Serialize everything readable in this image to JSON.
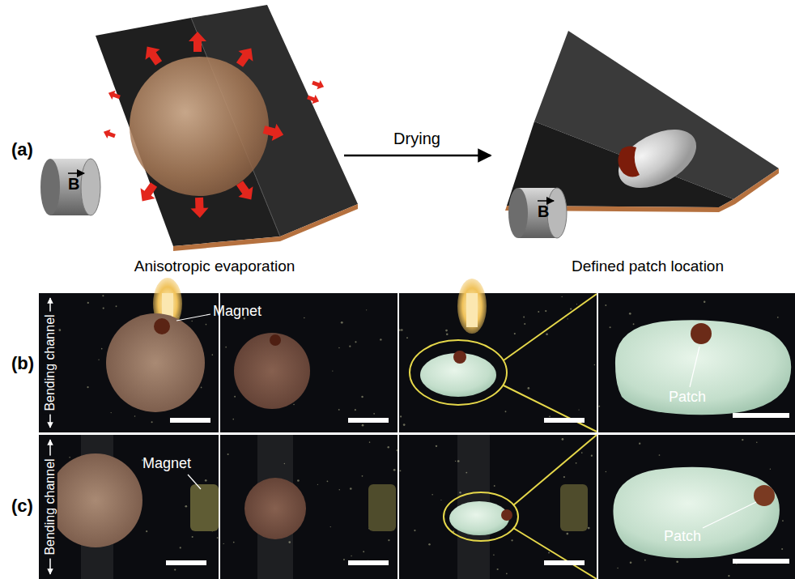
{
  "diagram": {
    "labels": [
      "(a)",
      "B",
      "Drying",
      "B",
      "Anisotropic evaporation",
      "Defined patch location",
      "(b)",
      "Bending channel",
      "Magnet",
      "Patch",
      "(c)",
      "Bending channel",
      "Magnet",
      "Patch"
    ]
  }
}
